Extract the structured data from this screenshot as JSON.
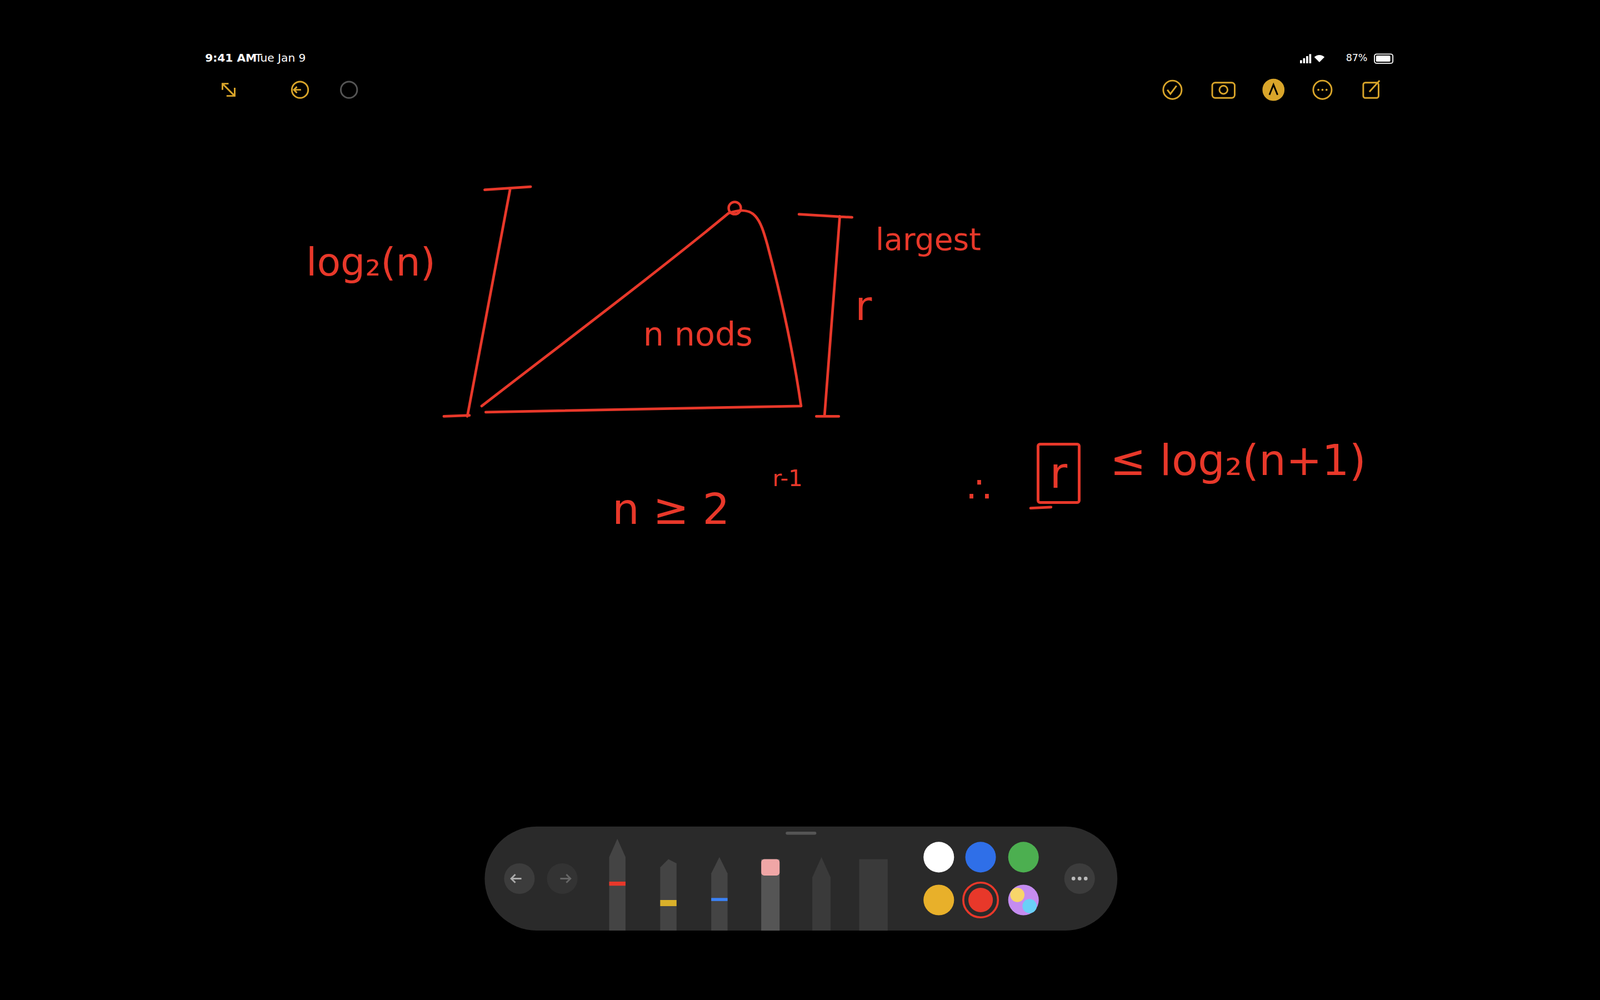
{
  "diagram": {
    "nodes": [
      {
        "text": [
          "n nods"
        ]
      },
      {
        "text": [
          "r"
        ]
      }
    ],
    "labels": [
      "9:41 AM",
      "Tue Jan 9",
      "87%",
      "log₂(n)",
      "largest",
      "r",
      "n ≥ 2",
      "r-1",
      "∴",
      "≤ log₂(n+1)"
    ]
  }
}
